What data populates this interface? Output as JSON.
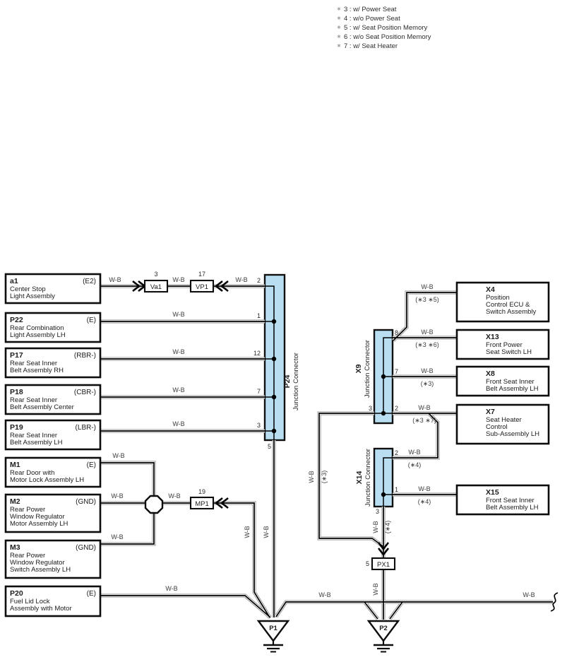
{
  "legend": {
    "bullet": "∗",
    "items": [
      "3 : w/ Power Seat",
      "4 : w/o Power Seat",
      "5 : w/ Seat Position Memory",
      "6 : w/o Seat Position Memory",
      "7 : w/ Seat Heater"
    ]
  },
  "labels": {
    "wb": "W-B",
    "v35": "(∗3 ∗5)",
    "v36": "(∗3 ∗6)",
    "v3": "(∗3)",
    "v37": "(∗3 ∗7)",
    "v4": "(∗4)"
  },
  "components": {
    "a1": {
      "id": "a1",
      "code": "(E2)",
      "lines": [
        "Center Stop",
        "Light Assembly"
      ]
    },
    "p22": {
      "id": "P22",
      "code": "(E)",
      "lines": [
        "Rear Combination",
        "Light Assembly LH"
      ]
    },
    "p17": {
      "id": "P17",
      "code": "(RBR-)",
      "lines": [
        "Rear Seat Inner",
        "Belt Assembly RH"
      ]
    },
    "p18": {
      "id": "P18",
      "code": "(CBR-)",
      "lines": [
        "Rear Seat Inner",
        "Belt Assembly Center"
      ]
    },
    "p19": {
      "id": "P19",
      "code": "(LBR-)",
      "lines": [
        "Rear Seat Inner",
        "Belt Assembly LH"
      ]
    },
    "m1": {
      "id": "M1",
      "code": "(E)",
      "lines": [
        "Rear Door with",
        "Motor Lock Assembly LH"
      ]
    },
    "m2": {
      "id": "M2",
      "code": "(GND)",
      "lines": [
        "Rear Power",
        "Window Regulator",
        "Motor Assembly LH"
      ]
    },
    "m3": {
      "id": "M3",
      "code": "(GND)",
      "lines": [
        "Rear Power",
        "Window Regulator",
        "Switch Assembly LH"
      ]
    },
    "p20": {
      "id": "P20",
      "code": "(E)",
      "lines": [
        "Fuel Lid Lock",
        "Assembly with Motor"
      ]
    },
    "x4": {
      "id": "X4",
      "code": "",
      "lines": [
        "Position",
        "Control ECU &",
        "Switch Assembly"
      ]
    },
    "x13": {
      "id": "X13",
      "code": "",
      "lines": [
        "Front Power",
        "Seat Switch LH"
      ]
    },
    "x8": {
      "id": "X8",
      "code": "",
      "lines": [
        "Front Seat Inner",
        "Belt Assembly LH"
      ]
    },
    "x7": {
      "id": "X7",
      "code": "",
      "lines": [
        "Seat Heater",
        "Control",
        "Sub-Assembly LH"
      ]
    },
    "x15": {
      "id": "X15",
      "code": "",
      "lines": [
        "Front Seat Inner",
        "Belt Assembly LH"
      ]
    }
  },
  "junctions": {
    "p24": {
      "id": "P24",
      "label": "Junction Connector"
    },
    "x9": {
      "id": "X9",
      "label": "Junction Connector"
    },
    "x14": {
      "id": "X14",
      "label": "Junction Connector"
    }
  },
  "connectors": {
    "va1": {
      "label": "Va1",
      "pin": "3"
    },
    "vp1": {
      "label": "VP1",
      "pin": "17"
    },
    "mp1": {
      "label": "MP1",
      "pin": "19"
    },
    "px1": {
      "label": "PX1",
      "pin": "5"
    }
  },
  "pins": {
    "p24": [
      "2",
      "1",
      "12",
      "7",
      "3",
      "5"
    ],
    "x9": [
      "8",
      "7",
      "2",
      "3"
    ],
    "x14": [
      "2",
      "1",
      "3"
    ]
  },
  "grounds": {
    "p1": "P1",
    "p2": "P2"
  },
  "colors": {
    "junction_fill": "#b9def2",
    "wire_core": "#000000",
    "wire_casing": "#9c9c9c"
  }
}
